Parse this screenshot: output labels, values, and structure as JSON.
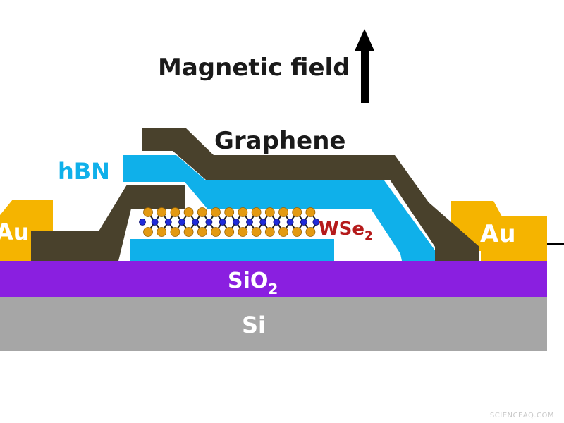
{
  "magnetic_field": {
    "label": "Magnetic field"
  },
  "layers": {
    "graphene": "Graphene",
    "hbn": "hBN",
    "wse2": {
      "base": "WSe",
      "subscript": "2"
    },
    "au_left": "Au",
    "au_right": "Au",
    "sio2": {
      "base": "SiO",
      "subscript": "2"
    },
    "si": "Si"
  },
  "watermark": "SCIENCEAQ.COM",
  "colors": {
    "graphene": "#49412c",
    "hbn": "#0fb0ea",
    "gold": "#f5b400",
    "sio2": "#8a1fe0",
    "si": "#a6a6a6",
    "wse2_label": "#b51a1a",
    "se_atom": "#e39a12",
    "w_atom": "#1f2bd8"
  }
}
